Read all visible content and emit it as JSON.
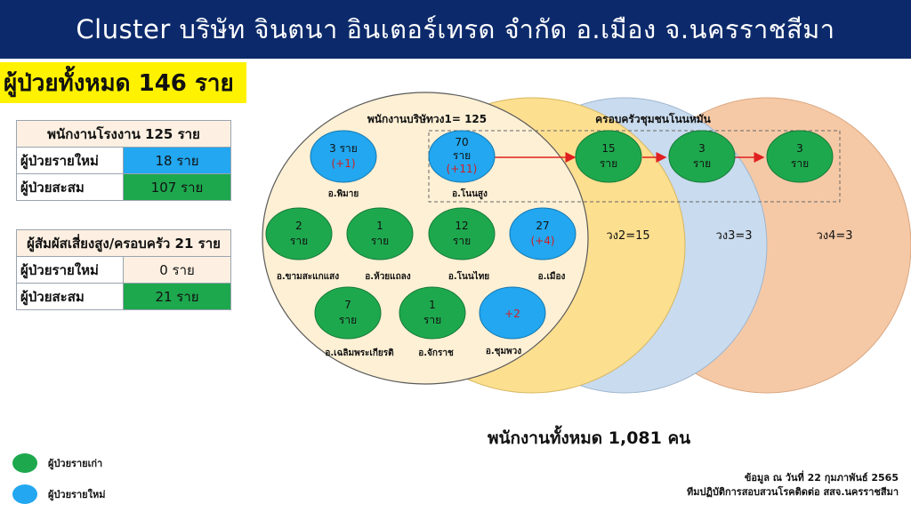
{
  "header": {
    "title": "Cluster บริษัท จินตนา อินเตอร์เทรด จำกัด อ.เมือง จ.นครราชสีมา"
  },
  "total_badge": "ผู้ป่วยทั้งหมด 146 ราย",
  "factory_table": {
    "title": "พนักงานโรงงาน 125 ราย",
    "new_label": "ผู้ป่วยรายใหม่",
    "new_value": "18 ราย",
    "cum_label": "ผู้ป่วยสะสม",
    "cum_value": "107 ราย"
  },
  "contact_table": {
    "title": "ผู้สัมผัสเสี่ยงสูง/ครอบครัว 21 ราย",
    "new_label": "ผู้ป่วยรายใหม่",
    "new_value": "0 ราย",
    "cum_label": "ผู้ป่วยสะสม",
    "cum_value": "21 ราย"
  },
  "venn": {
    "circle1_label": "พนักงานบริษัทวง1= 125",
    "community_label": "ครอบครัวชุมชนโนนหมัน",
    "ring2_label": "วง2=15",
    "ring3_label": "วง3=3",
    "ring4_label": "วง4=3",
    "colors": {
      "ring1": "#fdf0d5",
      "ring2": "#fddf90",
      "ring3": "#c9dbee",
      "ring4": "#f6c9a6",
      "old_case": "#1ea84e",
      "new_case": "#22a7f0",
      "arrow": "#e02020"
    }
  },
  "nodes": {
    "phimai": {
      "line1": "3 ราย",
      "line2": "(+1)",
      "caption": "อ.พิมาย"
    },
    "nonsung": {
      "line1": "70",
      "line2": "ราย",
      "line3": "(+11)",
      "caption": "อ.โนนสูง"
    },
    "c2": {
      "line1": "15",
      "line2": "ราย"
    },
    "c3": {
      "line1": "3",
      "line2": "ราย"
    },
    "c4": {
      "line1": "3",
      "line2": "ราย"
    },
    "khamsakaesaeng": {
      "line1": "2",
      "line2": "ราย",
      "caption": "อ.ขามสะแกแสง"
    },
    "huaithalaeng": {
      "line1": "1",
      "line2": "ราย",
      "caption": "อ.ห้วยแถลง"
    },
    "nonthai": {
      "line1": "12",
      "line2": "ราย",
      "caption": "อ.โนนไทย"
    },
    "mueang": {
      "line1": "27",
      "line2": "(+4)",
      "caption": "อ.เมือง"
    },
    "chaloemphrakiat": {
      "line1": "7",
      "line2": "ราย",
      "caption": "อ.เฉลิมพระเกียรติ"
    },
    "chakkarat": {
      "line1": "1",
      "line2": "ราย",
      "caption": "อ.จักราช"
    },
    "chumphuang": {
      "line1": "+2",
      "caption": "อ.ชุมพวง"
    }
  },
  "footer_total": "พนักงานทั้งหมด 1,081 คน",
  "legend": {
    "old": "ผู้ป่วยรายเก่า",
    "new": "ผู้ป่วยรายใหม่"
  },
  "source": {
    "line1": "ข้อมูล ณ วันที่ 22 กุมภาพันธ์ 2565",
    "line2": "ทีมปฏิบัติการสอบสวนโรคติดต่อ สสจ.นครราชสีมา"
  }
}
